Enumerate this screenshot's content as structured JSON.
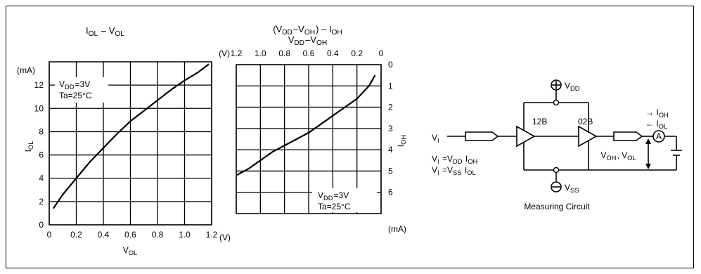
{
  "chart_data": [
    {
      "type": "line",
      "title": "I OL – V OL",
      "xlabel": "V OL",
      "ylabel": "I OL",
      "y_unit": "(mA)",
      "x_unit": "(V)",
      "xlim": [
        0,
        1.2
      ],
      "ylim": [
        0,
        14
      ],
      "x_ticks": [
        "0",
        "0.2",
        "0.4",
        "0.6",
        "0.8",
        "1.0",
        "1.2"
      ],
      "y_ticks": [
        "0",
        "2",
        "4",
        "6",
        "8",
        "10",
        "12"
      ],
      "grid": true,
      "annotation": [
        "V DD=3V",
        "Ta=25°C"
      ],
      "series": [
        {
          "x": [
            0.03,
            0.1,
            0.2,
            0.3,
            0.4,
            0.5,
            0.6,
            0.7,
            0.8,
            0.9,
            1.0,
            1.1,
            1.18
          ],
          "y": [
            1.4,
            2.6,
            4.0,
            5.4,
            6.6,
            7.8,
            8.9,
            9.8,
            10.7,
            11.6,
            12.4,
            13.1,
            13.8
          ]
        }
      ]
    },
    {
      "type": "line",
      "title_lines": [
        "(V DD–V OH) – I OH",
        "V DD–V OH"
      ],
      "xlabel": "",
      "ylabel": "I OH",
      "x_unit": "(V)",
      "y_unit": "(mA)",
      "xlim": [
        1.2,
        0
      ],
      "ylim": [
        0,
        7
      ],
      "x_ticks": [
        "1.2",
        "1.0",
        "0.8",
        "0.6",
        "0.4",
        "0.2",
        "0"
      ],
      "y_ticks": [
        "0",
        "1",
        "2",
        "3",
        "4",
        "5",
        "6"
      ],
      "y_inverted": true,
      "grid": true,
      "annotation": [
        "V DD=3V",
        "Ta=25°C"
      ],
      "series": [
        {
          "x": [
            1.2,
            1.1,
            1.0,
            0.9,
            0.8,
            0.7,
            0.6,
            0.5,
            0.4,
            0.3,
            0.2,
            0.15,
            0.1,
            0.05
          ],
          "y": [
            5.2,
            4.9,
            4.5,
            4.1,
            3.8,
            3.5,
            3.2,
            2.8,
            2.4,
            2.0,
            1.6,
            1.3,
            1.0,
            0.5
          ]
        }
      ]
    }
  ],
  "circuit": {
    "vdd_label": "V DD",
    "vss_label": "V SS",
    "gate1_label": "12B",
    "gate2_label": "02B",
    "input_label": "V I",
    "cond1": "V I =V DD  I OH",
    "cond2": "V I =V SS  I OL",
    "ammeter": "A",
    "ioh_label": "→ I OH",
    "iol_label": "← I OL",
    "vout_label": "V OH, V OL",
    "caption": "Measuring Circuit"
  }
}
